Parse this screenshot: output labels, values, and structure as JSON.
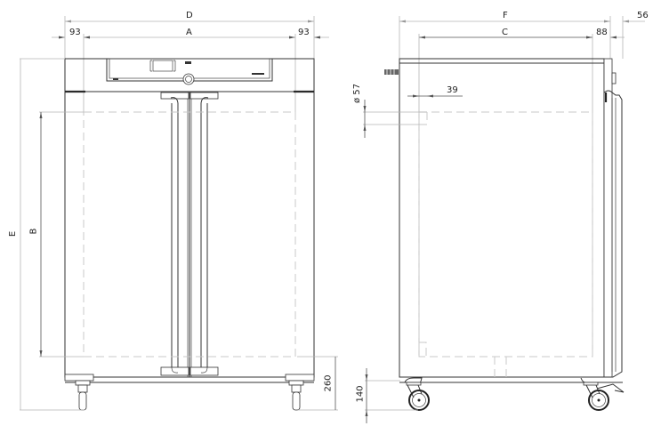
{
  "diagram": {
    "title": "Appliance dimensional drawing (front and side view)",
    "colors": {
      "line": "#333333",
      "dimension": "#b5b5b5",
      "hidden": "#c8c8c8",
      "background": "#ffffff"
    },
    "front_view": {
      "labels": {
        "overall_width": "D",
        "inner_width": "A",
        "left_offset": "93",
        "right_offset": "93",
        "overall_height": "E",
        "inner_height": "B",
        "bottom_clearance": "260"
      }
    },
    "side_view": {
      "labels": {
        "overall_depth": "F",
        "inner_depth": "C",
        "door_offset": "88",
        "handle_projection": "56",
        "port_diameter": "ø 57",
        "port_offset": "39",
        "caster_height": "140"
      }
    }
  }
}
